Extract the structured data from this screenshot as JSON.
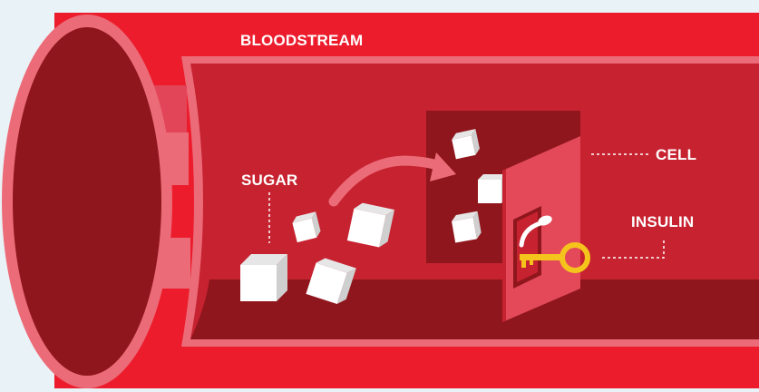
{
  "labels": {
    "bloodstream": "BLOODSTREAM",
    "sugar": "SUGAR",
    "cell": "CELL",
    "insulin": "INSULIN"
  },
  "colors": {
    "background": "#e9f2f6",
    "vessel_red": "#ec1c2c",
    "vessel_inner": "#c72230",
    "vessel_dark": "#8f161c",
    "vessel_rim": "#ec6b78",
    "door": "#e4495a",
    "cell_opening": "#8f161c",
    "key_gold": "#f5c41c",
    "sugar_white": "#ffffff"
  },
  "icons": [
    "sugar-cube-icon",
    "curved-arrow-icon",
    "door-icon",
    "keyhole-icon",
    "key-icon"
  ]
}
